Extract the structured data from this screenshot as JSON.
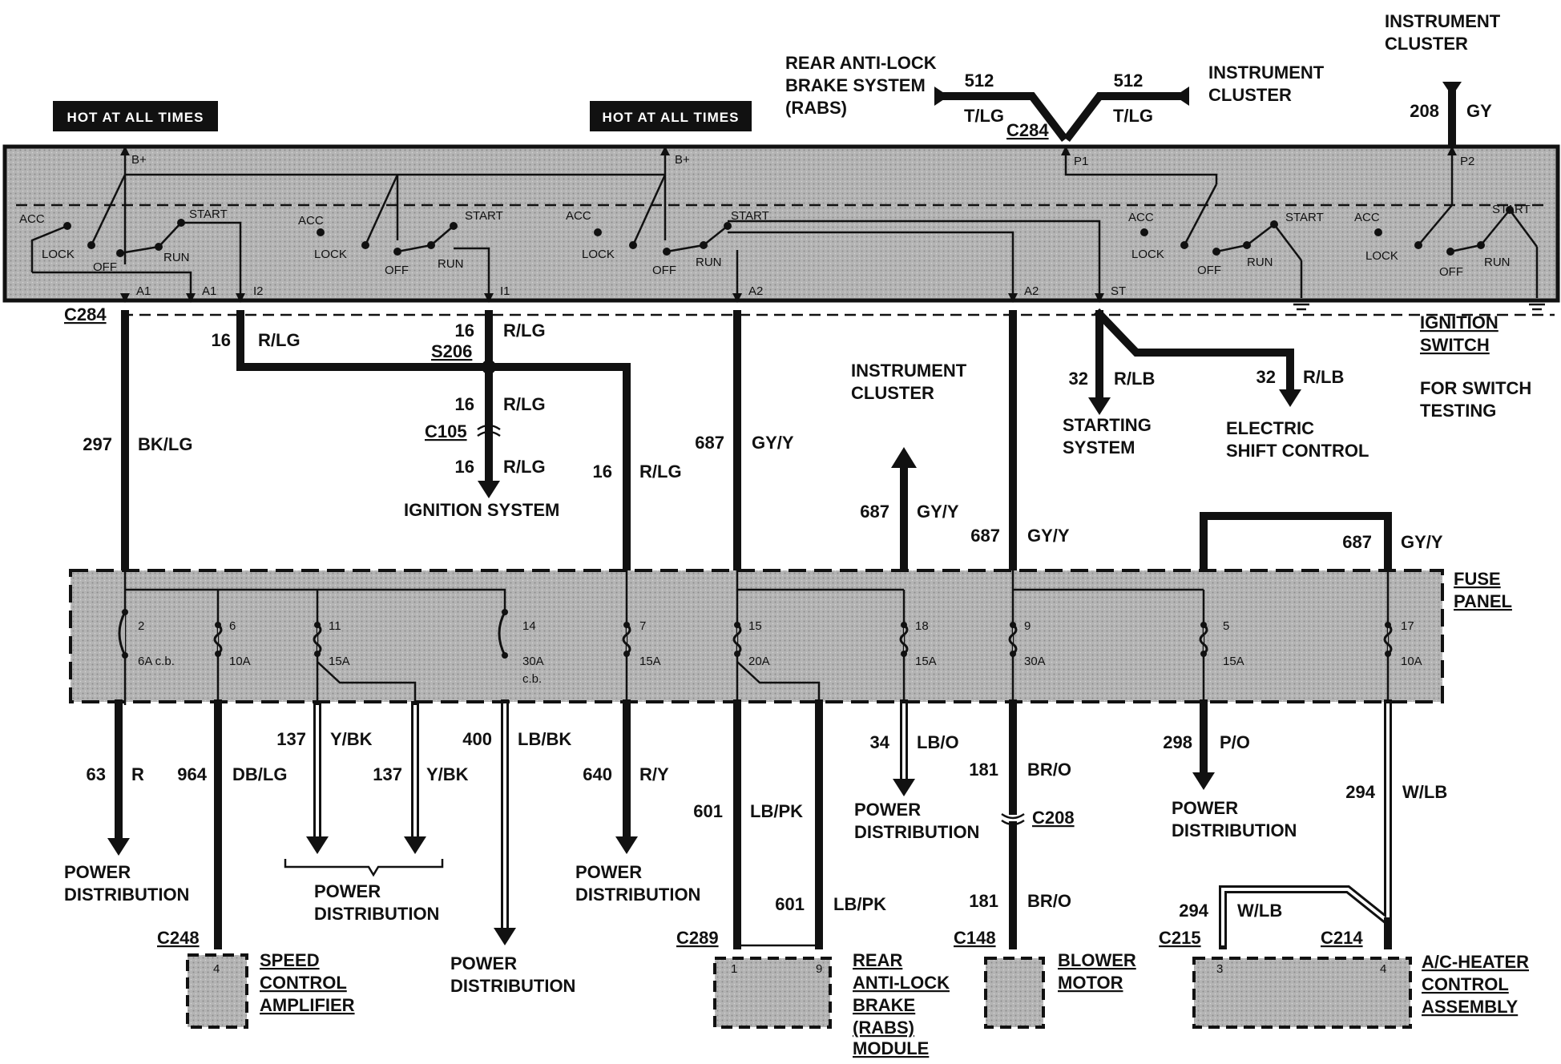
{
  "hot_tags": [
    "HOT AT ALL TIMES",
    "HOT AT ALL TIMES"
  ],
  "top": {
    "rabs": [
      "REAR ANTI-LOCK",
      "BRAKE SYSTEM",
      "(RABS)"
    ],
    "wire512_left": "512",
    "wire512_left_color": "T/LG",
    "wire512_right": "512",
    "wire512_right_color": "T/LG",
    "instr_cluster_top": [
      "INSTRUMENT",
      "CLUSTER"
    ],
    "instr_cluster_right": [
      "INSTRUMENT",
      "CLUSTER"
    ],
    "wire208": "208",
    "wire208_color": "GY",
    "c284_top": "C284"
  },
  "switch": {
    "terms": [
      "B+",
      "B+",
      "P1",
      "P2",
      "A1",
      "A1",
      "I2",
      "I1",
      "A2",
      "A2",
      "ST"
    ],
    "pos": [
      "ACC",
      "LOCK",
      "OFF",
      "RUN",
      "START"
    ],
    "label": [
      "IGNITION",
      "SWITCH"
    ],
    "testing": [
      "FOR SWITCH",
      "TESTING"
    ]
  },
  "mid": {
    "c284": "C284",
    "s206": "S206",
    "c105": "C105",
    "w297": "297",
    "w297c": "BK/LG",
    "w16a": "16",
    "w16ac": "R/LG",
    "w16b": "16",
    "w16bc": "R/LG",
    "w16c": "16",
    "w16cc": "R/LG",
    "w16d": "16",
    "w16dc": "R/LG",
    "w16e": "16",
    "w16ec": "R/LG",
    "ignition_system": "IGNITION SYSTEM",
    "w687a": "687",
    "w687ac": "GY/Y",
    "instr_mid": [
      "INSTRUMENT",
      "CLUSTER"
    ],
    "w687b": "687",
    "w687bc": "GY/Y",
    "w687c": "687",
    "w687cc": "GY/Y",
    "w687d": "687",
    "w687dc": "GY/Y",
    "w32a": "32",
    "w32ac": "R/LB",
    "w32b": "32",
    "w32bc": "R/LB",
    "starting": [
      "STARTING",
      "SYSTEM"
    ],
    "electric": [
      "ELECTRIC",
      "SHIFT CONTROL"
    ]
  },
  "fuse_panel": {
    "label": [
      "FUSE",
      "PANEL"
    ],
    "fuses": [
      {
        "num": "2",
        "rating": "6A c.b."
      },
      {
        "num": "6",
        "rating": "10A"
      },
      {
        "num": "11",
        "rating": "15A"
      },
      {
        "num": "14",
        "rating": "30A",
        "rating2": "c.b."
      },
      {
        "num": "7",
        "rating": "15A"
      },
      {
        "num": "15",
        "rating": "20A"
      },
      {
        "num": "18",
        "rating": "15A"
      },
      {
        "num": "9",
        "rating": "30A"
      },
      {
        "num": "5",
        "rating": "15A"
      },
      {
        "num": "17",
        "rating": "10A"
      }
    ]
  },
  "bottom": {
    "w63": "63",
    "w63c": "R",
    "w964": "964",
    "w964c": "DB/LG",
    "w137a": "137",
    "w137ac": "Y/BK",
    "w137b": "137",
    "w137bc": "Y/BK",
    "w400": "400",
    "w400c": "LB/BK",
    "w640": "640",
    "w640c": "R/Y",
    "w601a": "601",
    "w601ac": "LB/PK",
    "w601b": "601",
    "w601bc": "LB/PK",
    "w34": "34",
    "w34c": "LB/O",
    "w181a": "181",
    "w181ac": "BR/O",
    "w181b": "181",
    "w181bc": "BR/O",
    "w298": "298",
    "w298c": "P/O",
    "w294a": "294",
    "w294ac": "W/LB",
    "w294b": "294",
    "w294bc": "W/LB",
    "power_dist": [
      "POWER",
      "DISTRIBUTION"
    ],
    "c248": "C248",
    "c289": "C289",
    "c208": "C208",
    "c148": "C148",
    "c215": "C215",
    "c214": "C214",
    "speed": [
      "SPEED",
      "CONTROL",
      "AMPLIFIER"
    ],
    "rabs_mod": [
      "REAR",
      "ANTI-LOCK",
      "BRAKE",
      "(RABS)",
      "MODULE"
    ],
    "blower": [
      "BLOWER",
      "MOTOR"
    ],
    "ac": [
      "A/C-HEATER",
      "CONTROL",
      "ASSEMBLY"
    ],
    "pin4a": "4",
    "pin1": "1",
    "pin9": "9",
    "pin3": "3",
    "pin4b": "4"
  }
}
